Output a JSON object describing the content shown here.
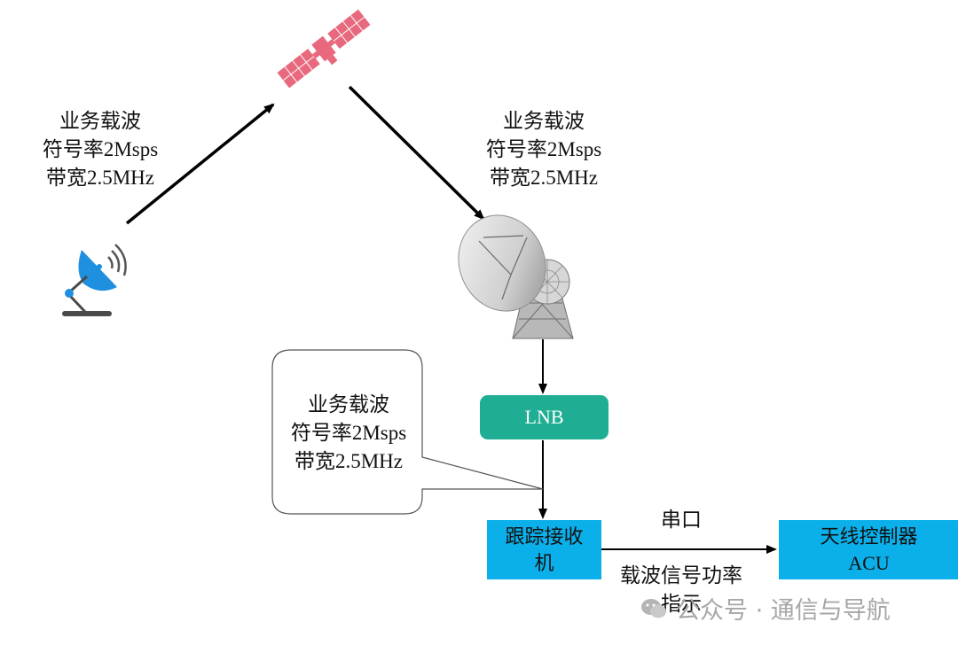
{
  "uplink_label": {
    "line1": "业务载波",
    "line2": "符号率2Msps",
    "line3": "带宽2.5MHz"
  },
  "downlink_label": {
    "line1": "业务载波",
    "line2": "符号率2Msps",
    "line3": "带宽2.5MHz"
  },
  "callout_label": {
    "line1": "业务载波",
    "line2": "符号率2Msps",
    "line3": "带宽2.5MHz"
  },
  "lnb": {
    "label": "LNB"
  },
  "receiver": {
    "line1": "跟踪接收",
    "line2": "机"
  },
  "acu": {
    "line1": "天线控制器",
    "line2": "ACU"
  },
  "link": {
    "top": "串口",
    "bottom_line1": "载波信号功率",
    "bottom_line2": "指示"
  },
  "watermark": {
    "text": "公众号 · 通信与导航"
  },
  "colors": {
    "satellite": "#e8697d",
    "lnb": "#1fae94",
    "boxes": "#0bb0ea",
    "small_antenna": "#1f8fe0",
    "arrows": "#000000"
  },
  "icons": [
    "satellite-icon",
    "ground-station-antenna-icon",
    "dish-antenna-icon"
  ]
}
